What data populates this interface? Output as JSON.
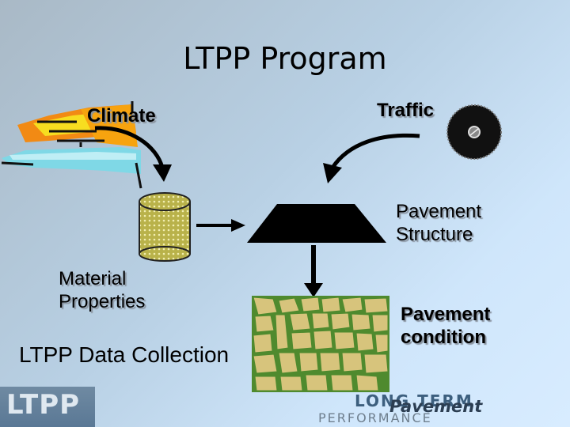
{
  "title": "LTPP Program",
  "labels": {
    "climate": "Climate",
    "traffic": "Traffic",
    "pavement_structure_line1": "Pavement",
    "pavement_structure_line2": "Structure",
    "material_properties_line1": "Material",
    "material_properties_line2": "Properties",
    "data_collection": "LTPP Data Collection",
    "pavement_condition_line1": "Pavement",
    "pavement_condition_line2": "condition"
  },
  "logos": {
    "left_logo_text": "LTPP",
    "brand_line1": "LONG TERM",
    "brand_line2": "Pavement",
    "brand_line3": "PERFORMANCE"
  },
  "colors": {
    "flame_orange": "#f28a14",
    "flame_yellow": "#f7dd20",
    "cloud_cyan": "#7fd8e6",
    "material_olive": "#b9b24a",
    "crack_tan": "#d7c47c",
    "crack_green": "#4f8a2e"
  },
  "icons": [
    "climate-flame-icon",
    "traffic-tire-icon",
    "material-cylinder-icon",
    "pavement-structure-icon",
    "pavement-cracks-icon"
  ]
}
